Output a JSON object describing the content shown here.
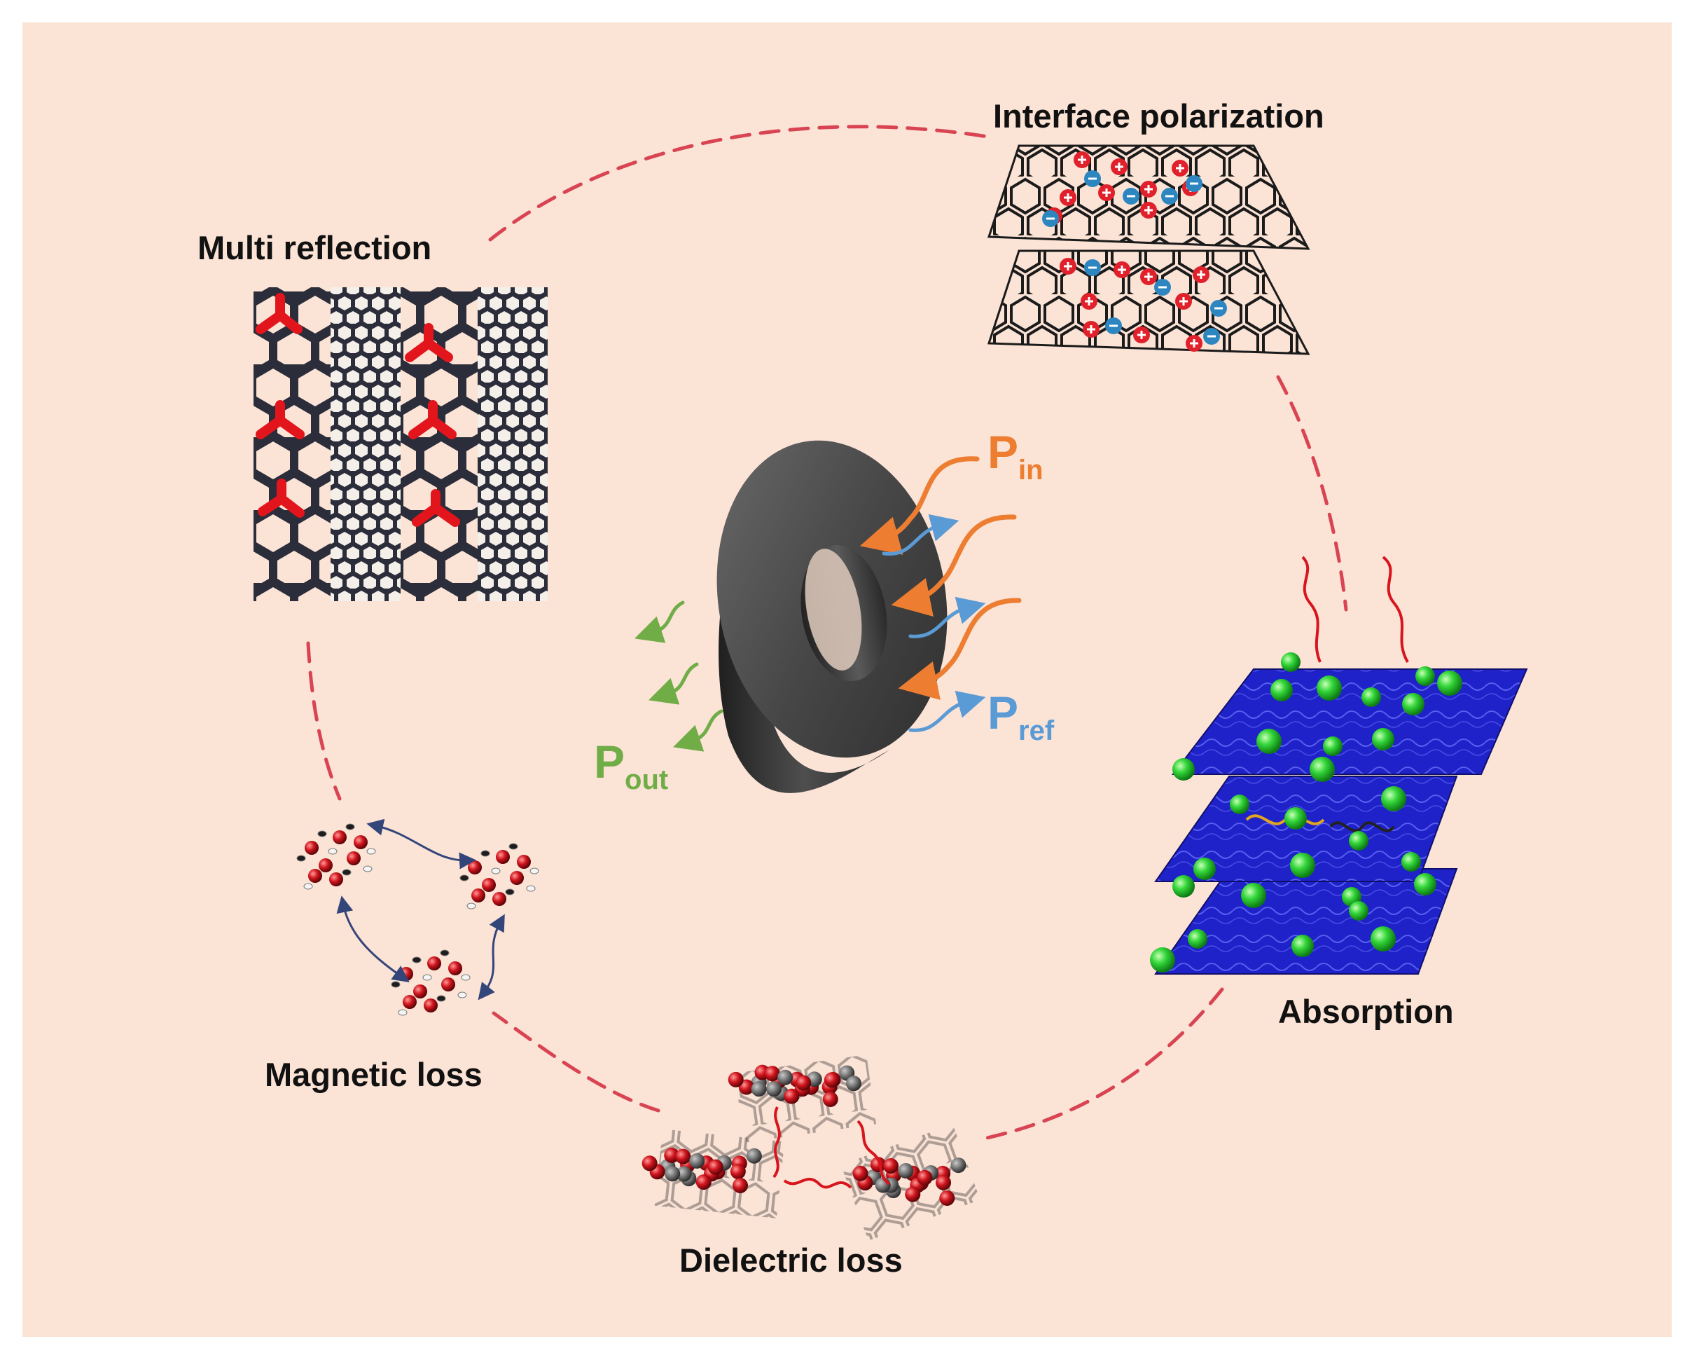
{
  "labels": {
    "interface_polarization": "Interface polarization",
    "multi_reflection": "Multi reflection",
    "absorption": "Absorption",
    "magnetic_loss": "Magnetic loss",
    "dielectric_loss": "Dielectric loss"
  },
  "power": {
    "in_main": "P",
    "in_sub": "in",
    "ref_main": "P",
    "ref_sub": "ref",
    "out_main": "P",
    "out_sub": "out"
  },
  "colors": {
    "background": "#fbe3d6",
    "dashed_cycle": "#d94452",
    "incident": "#ed7d31",
    "reflected": "#5b9bd5",
    "transmitted": "#70ad47",
    "positive_charge": "#e0202a",
    "negative_charge": "#2e86c1",
    "absorber_sheet": "#1f22c9",
    "absorber_atoms": "#33d63a",
    "ring": "#4a4a4a"
  }
}
